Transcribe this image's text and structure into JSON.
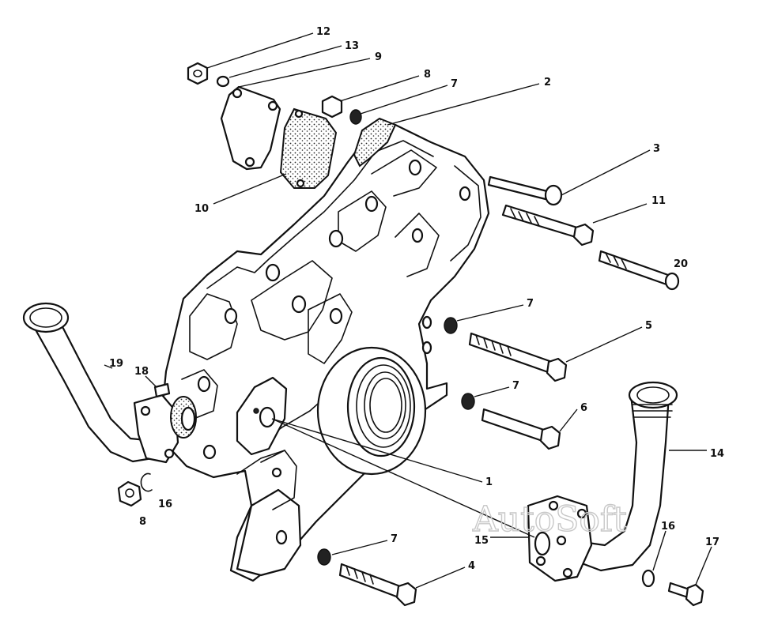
{
  "callouts": {
    "c1": "1",
    "c2": "2",
    "c3": "3",
    "c4": "4",
    "c5": "5",
    "c6": "6",
    "c7a": "7",
    "c7b": "7",
    "c7c": "7",
    "c7d": "7",
    "c8a": "8",
    "c8b": "8",
    "c9": "9",
    "c10": "10",
    "c11": "11",
    "c12": "12",
    "c13": "13",
    "c14": "14",
    "c15": "15",
    "c16a": "16",
    "c16b": "16",
    "c17": "17",
    "c18": "18",
    "c19": "19",
    "c20": "20"
  },
  "watermark": "AutoSoft"
}
